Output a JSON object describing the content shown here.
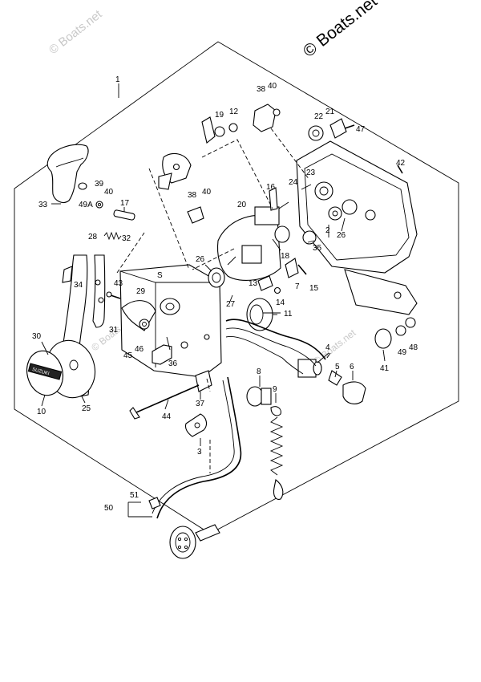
{
  "watermarks": {
    "main": "© Boats.net",
    "faint_top_left": "© Boats.net",
    "faint_middle": "© Boats.net",
    "faint_right": "© Boats.net"
  },
  "knob_text": "SUZUKI",
  "callouts": [
    {
      "id": "c1",
      "text": "1"
    },
    {
      "id": "c2",
      "text": "2"
    },
    {
      "id": "c3",
      "text": "3"
    },
    {
      "id": "c4",
      "text": "4"
    },
    {
      "id": "c5",
      "text": "5"
    },
    {
      "id": "c6",
      "text": "6"
    },
    {
      "id": "c7",
      "text": "7"
    },
    {
      "id": "c8",
      "text": "8"
    },
    {
      "id": "c9",
      "text": "9"
    },
    {
      "id": "c10",
      "text": "10"
    },
    {
      "id": "c11",
      "text": "11"
    },
    {
      "id": "c12",
      "text": "12"
    },
    {
      "id": "c13",
      "text": "13"
    },
    {
      "id": "c14",
      "text": "14"
    },
    {
      "id": "c15",
      "text": "15"
    },
    {
      "id": "c16",
      "text": "16"
    },
    {
      "id": "c17",
      "text": "17"
    },
    {
      "id": "c18",
      "text": "18"
    },
    {
      "id": "c19",
      "text": "19"
    },
    {
      "id": "c20",
      "text": "20"
    },
    {
      "id": "c21",
      "text": "21"
    },
    {
      "id": "c22",
      "text": "22"
    },
    {
      "id": "c23",
      "text": "23"
    },
    {
      "id": "c24",
      "text": "24"
    },
    {
      "id": "c25",
      "text": "25"
    },
    {
      "id": "c26a",
      "text": "26"
    },
    {
      "id": "c26b",
      "text": "26"
    },
    {
      "id": "c27",
      "text": "27"
    },
    {
      "id": "c28",
      "text": "28"
    },
    {
      "id": "c29",
      "text": "29"
    },
    {
      "id": "c30",
      "text": "30"
    },
    {
      "id": "c31",
      "text": "31"
    },
    {
      "id": "c32",
      "text": "32"
    },
    {
      "id": "c33",
      "text": "33"
    },
    {
      "id": "c34",
      "text": "34"
    },
    {
      "id": "c35",
      "text": "35"
    },
    {
      "id": "c36",
      "text": "36"
    },
    {
      "id": "c37",
      "text": "37"
    },
    {
      "id": "c38a",
      "text": "38"
    },
    {
      "id": "c38b",
      "text": "38"
    },
    {
      "id": "c39",
      "text": "39"
    },
    {
      "id": "c40a",
      "text": "40"
    },
    {
      "id": "c40b",
      "text": "40"
    },
    {
      "id": "c40c",
      "text": "40"
    },
    {
      "id": "c41",
      "text": "41"
    },
    {
      "id": "c42",
      "text": "42"
    },
    {
      "id": "c43",
      "text": "43"
    },
    {
      "id": "c44",
      "text": "44"
    },
    {
      "id": "c45",
      "text": "45"
    },
    {
      "id": "c46",
      "text": "46"
    },
    {
      "id": "c47",
      "text": "47"
    },
    {
      "id": "c48",
      "text": "48"
    },
    {
      "id": "c49",
      "text": "49"
    },
    {
      "id": "c49a",
      "text": "49A"
    },
    {
      "id": "c50",
      "text": "50"
    },
    {
      "id": "c51",
      "text": "51"
    }
  ]
}
